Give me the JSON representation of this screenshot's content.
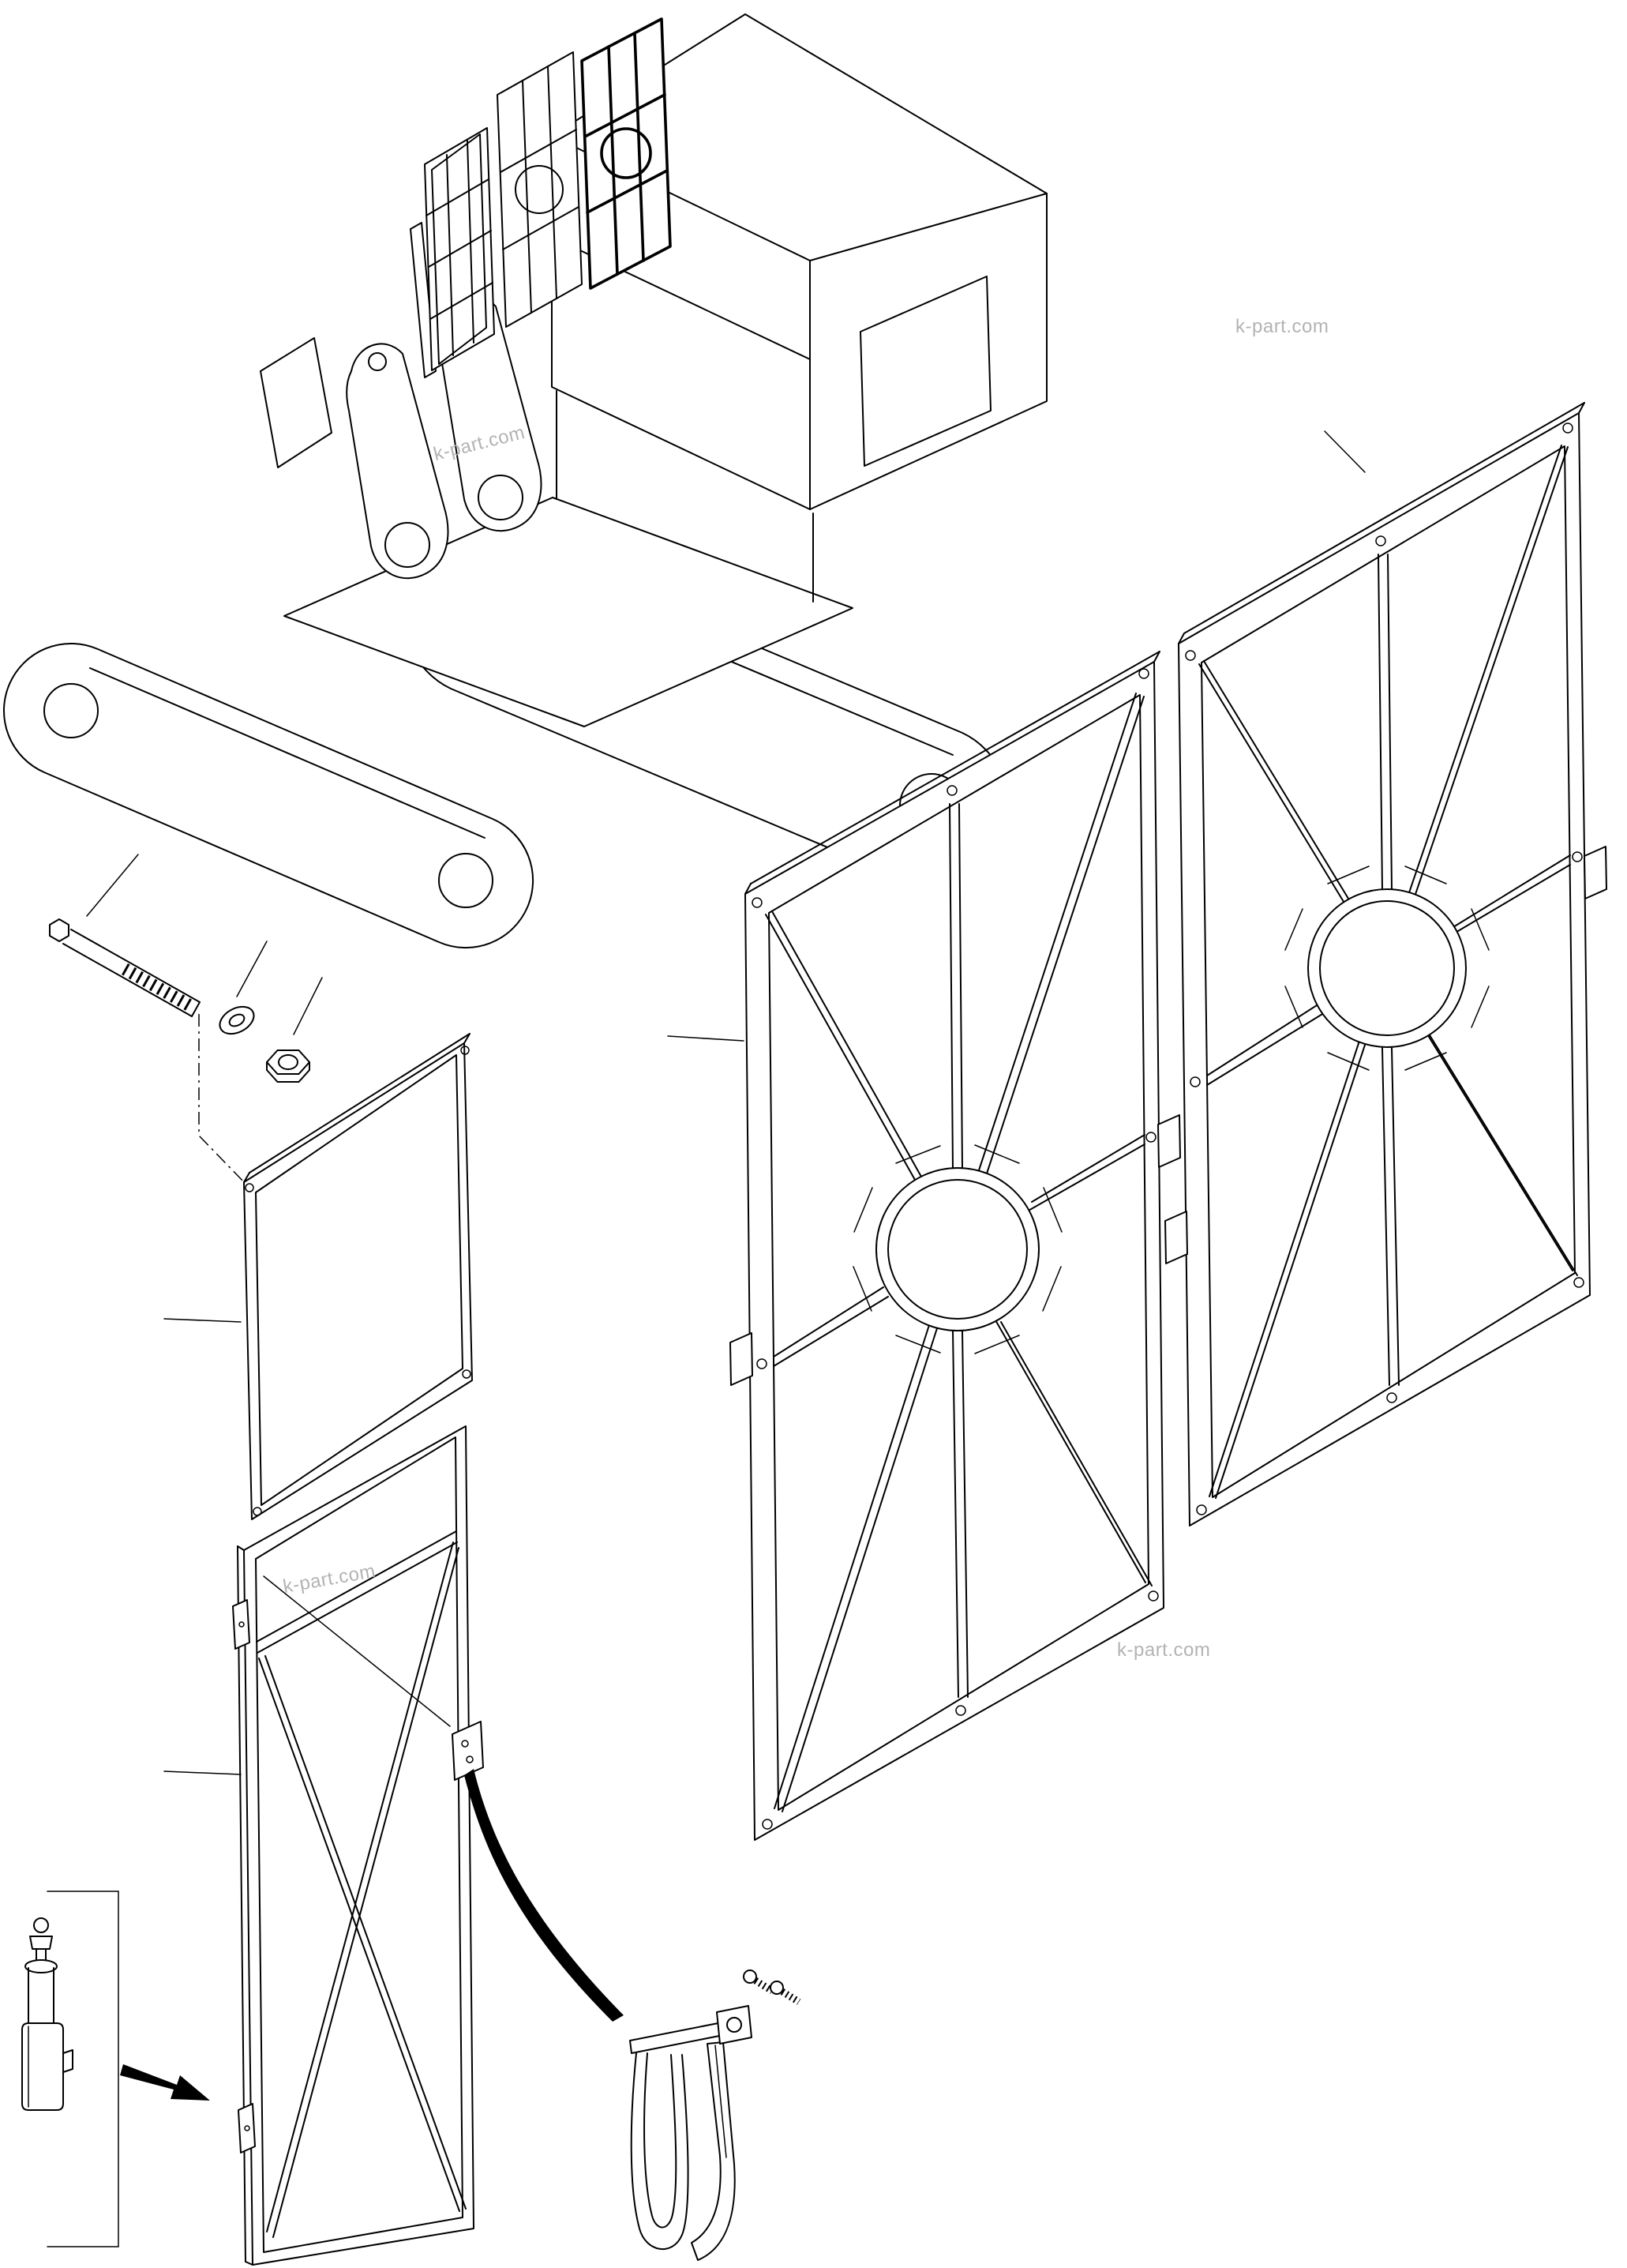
{
  "page": {
    "background_color": "#ffffff",
    "line_color": "#000000",
    "watermark_color": "#b3b3b3"
  },
  "watermarks": {
    "wm1": "k-part.com",
    "wm2": "k-part.com",
    "wm3": "k-part.com",
    "wm4": "k-part.com"
  },
  "diagram": {
    "type": "exploded-parts-line-drawing",
    "parts": [
      "excavator-machine",
      "radiator-grille-small",
      "radiator-grille-medium",
      "radiator-grille-large",
      "hex-bolt",
      "flat-washer",
      "hex-nut",
      "screen-frame",
      "access-door",
      "guard-panel-center",
      "guard-panel-right",
      "lock-cylinder-assembly",
      "latch-handle-assembly",
      "direction-arrow"
    ]
  }
}
